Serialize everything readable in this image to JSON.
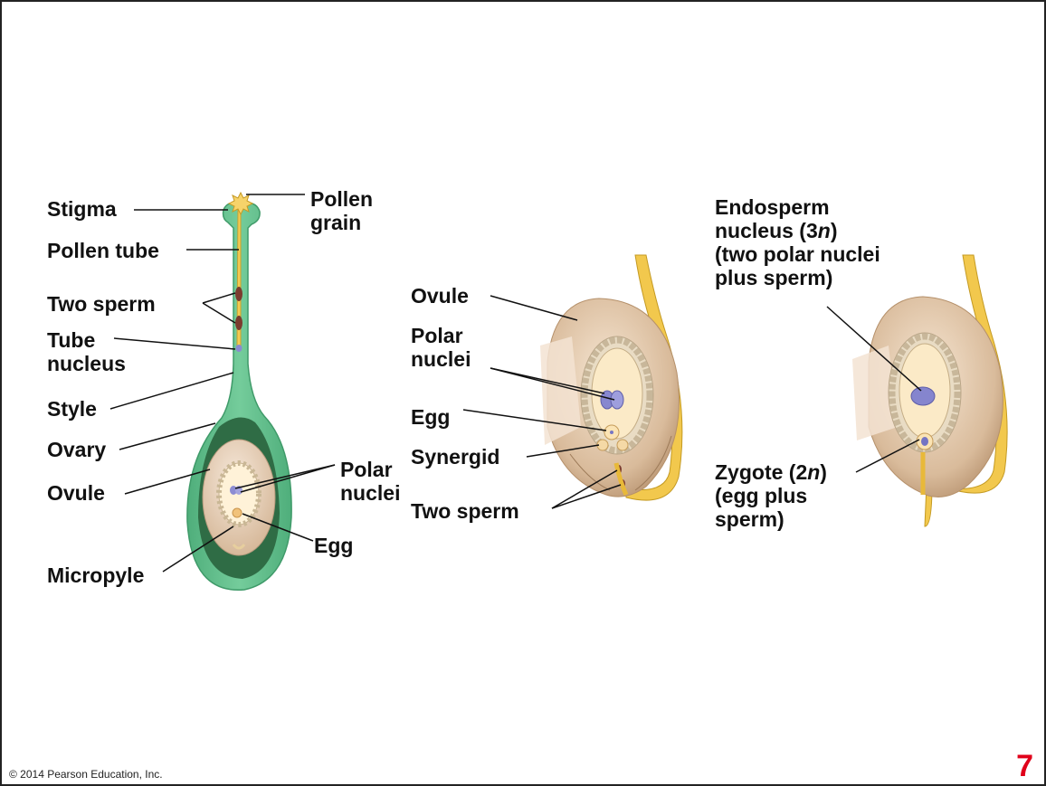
{
  "labels": {
    "stigma": "Stigma",
    "pollen_tube": "Pollen tube",
    "two_sperm_left": "Two sperm",
    "tube_nucleus": [
      "Tube",
      "nucleus"
    ],
    "style": "Style",
    "ovary": "Ovary",
    "ovule_left": "Ovule",
    "micropyle": "Micropyle",
    "pollen_grain": [
      "Pollen",
      "grain"
    ],
    "polar_nuclei_left": [
      "Polar",
      "nuclei"
    ],
    "egg_left": "Egg",
    "ovule_mid": "Ovule",
    "polar_nuclei_mid": [
      "Polar",
      "nuclei"
    ],
    "egg_mid": "Egg",
    "synergid": "Synergid",
    "two_sperm_mid": "Two sperm",
    "endosperm": [
      "Endosperm",
      "nucleus (3",
      "n",
      ")",
      "(two polar nuclei",
      "plus sperm)"
    ],
    "zygote": [
      "Zygote (2",
      "n",
      ")",
      "(egg plus",
      "sperm)"
    ]
  },
  "footer": {
    "copyright": "© 2014 Pearson Education, Inc.",
    "page_number": "7"
  },
  "colors": {
    "pistil_green": "#5fbe8a",
    "pollen_tube_yellow": "#f2c94c",
    "ovule_beige": "#d9b99a",
    "sac_cream": "#fbe9c4",
    "nucleus_purple": "#8f8fd0",
    "page_number_red": "#e0001a"
  }
}
